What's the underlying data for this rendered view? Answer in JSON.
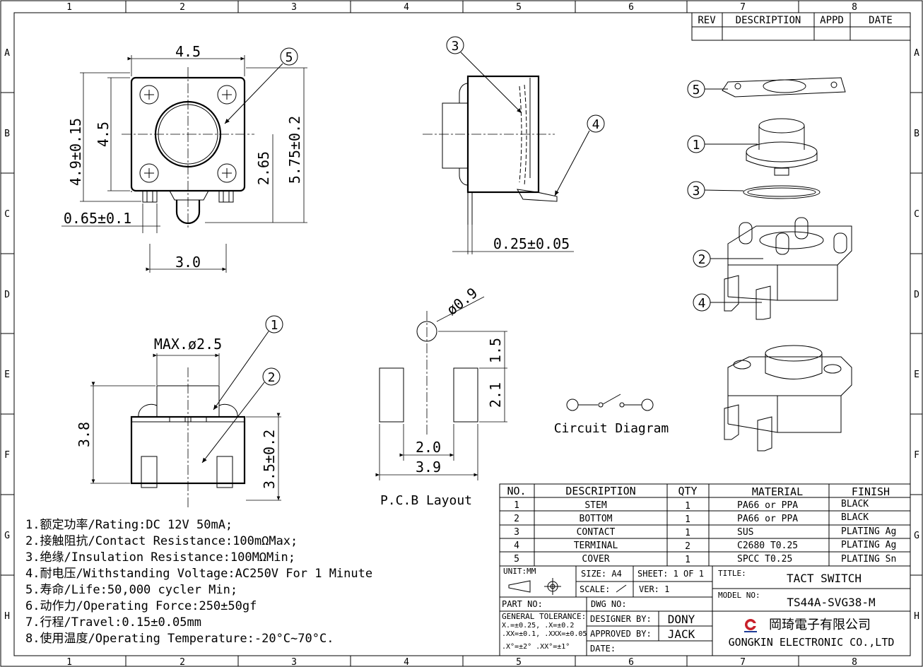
{
  "border": {
    "columns": [
      "1",
      "2",
      "3",
      "4",
      "5",
      "6",
      "7",
      "8"
    ],
    "rows": [
      "A",
      "B",
      "C",
      "D",
      "E",
      "F",
      "G",
      "H"
    ]
  },
  "revision_table": {
    "rev": "REV",
    "description": "DESCRIPTION",
    "appd": "APPD",
    "date": "DATE"
  },
  "top_view": {
    "dims": [
      "4.5",
      "4.5",
      "4.9±0.15",
      "5.75±0.2",
      "2.65",
      "0.65±0.1",
      "3.0"
    ],
    "callout": "5"
  },
  "side_view": {
    "callouts": [
      "3",
      "4"
    ],
    "dim": "0.25±0.05"
  },
  "front_view": {
    "dims": [
      "MAX.ø2.5",
      "3.8",
      "3.5±0.2"
    ],
    "callouts": [
      "1",
      "2"
    ]
  },
  "pcb_layout": {
    "dims": [
      "ø0.9",
      "1.5",
      "2.1",
      "2.0",
      "3.9"
    ],
    "label": "P.C.B Layout"
  },
  "circuit": {
    "label": "Circuit Diagram"
  },
  "exploded": {
    "callouts": [
      "5",
      "1",
      "3",
      "2",
      "4"
    ]
  },
  "bom": {
    "headers": [
      "NO.",
      "DESCRIPTION",
      "QTY",
      "MATERIAL",
      "FINISH"
    ],
    "rows": [
      [
        "1",
        "STEM",
        "1",
        "PA66 or PPA",
        "BLACK"
      ],
      [
        "2",
        "BOTTOM",
        "1",
        "PA66 or PPA",
        "BLACK"
      ],
      [
        "3",
        "CONTACT",
        "1",
        "SUS",
        "PLATING Ag"
      ],
      [
        "4",
        "TERMINAL",
        "2",
        "C2680 T0.25",
        "PLATING Ag"
      ],
      [
        "5",
        "COVER",
        "1",
        "SPCC T0.25",
        "PLATING Sn"
      ]
    ]
  },
  "title_block": {
    "unit": "UNIT:MM",
    "size": "SIZE: A4",
    "sheet": "SHEET: 1 OF 1",
    "scale": "SCALE:",
    "ver": "VER: 1",
    "title_label": "TITLE:",
    "title": "TACT SWITCH",
    "model_label": "MODEL NO:",
    "model": "TS44A-SVG38-M",
    "part_no": "PART NO:",
    "dwg_no": "DWG NO:",
    "tolerance_label": "GENERAL TOLERANCE:",
    "tol1": "X.=±0.25,   .X=±0.2",
    "tol2": ".XX=±0.1, .XXX=±0.05",
    "tol3": ".X°=±2° .XX°=±1°",
    "designer_label": "DESIGNER BY:",
    "designer": "DONY",
    "approved_label": "APPROVED BY:",
    "approved": "JACK",
    "date_label": "DATE:",
    "company_cn": "岡琦電子有限公司",
    "company_en": "GONGKIN ELECTRONIC CO.,LTD"
  },
  "specs": [
    "1.额定功率/Rating:DC 12V 50mA;",
    "2.接触阻抗/Contact Resistance:100mΩMax;",
    "3.绝缘/Insulation Resistance:100MΩMin;",
    "4.耐电压/Withstanding Voltage:AC250V For 1 Minute",
    "5.寿命/Life:50,000 cycler Min;",
    "6.动作力/Operating Force:250±50gf",
    "7.行程/Travel:0.15±0.05mm",
    "8.使用温度/Operating Temperature:-20°C~70°C."
  ]
}
